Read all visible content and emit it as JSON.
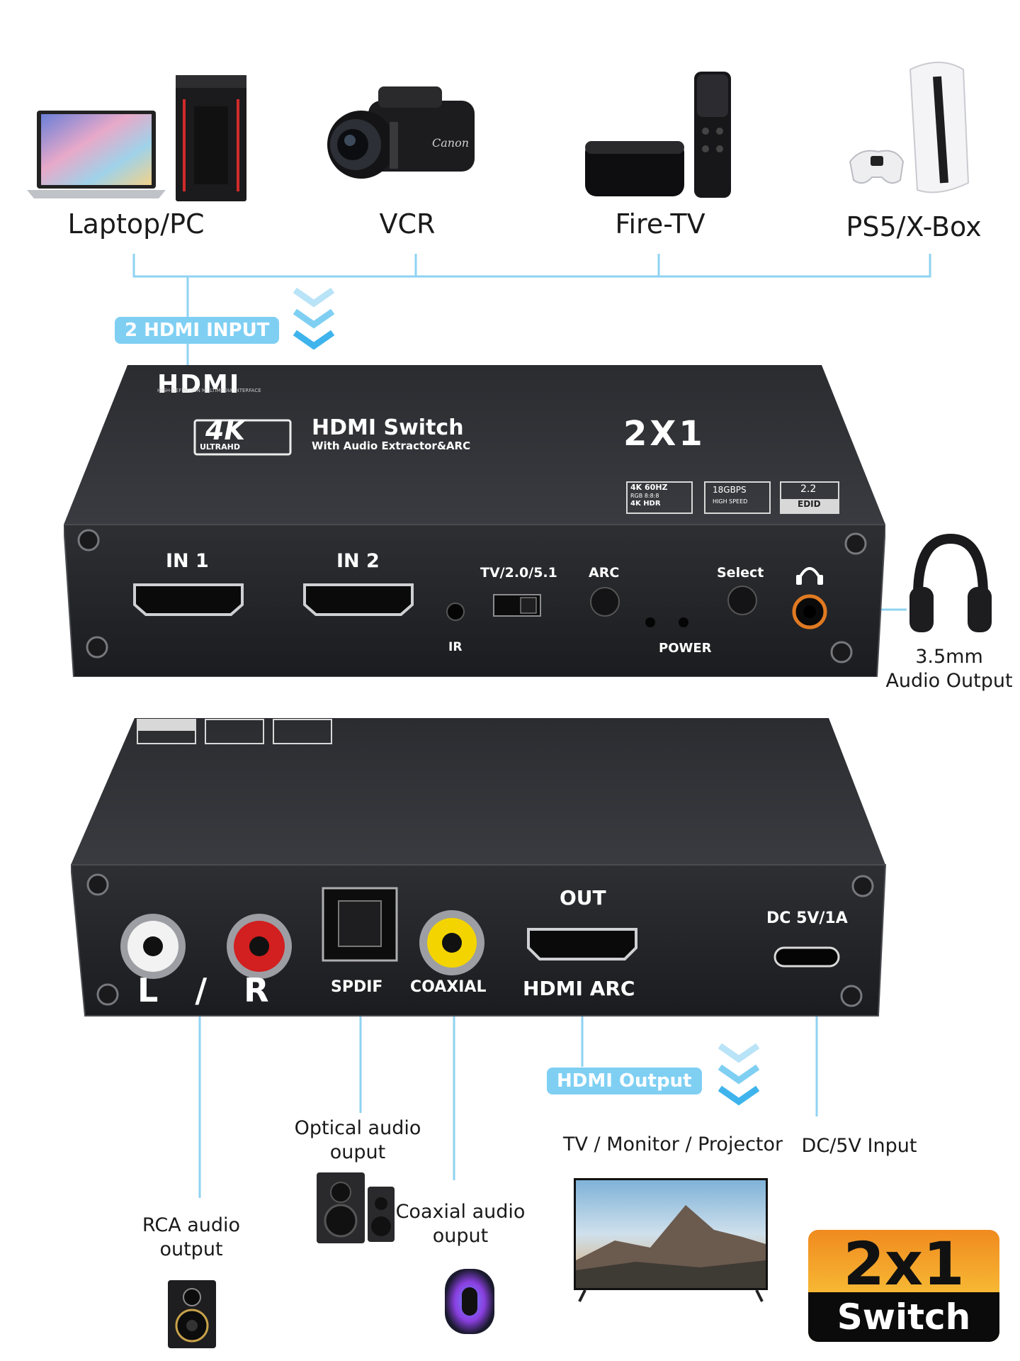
{
  "sources": [
    {
      "label": "Laptop/PC",
      "icon": "laptop-pc-icon"
    },
    {
      "label": "VCR",
      "icon": "camcorder-icon"
    },
    {
      "label": "Fire-TV",
      "icon": "streaming-box-icon"
    },
    {
      "label": "PS5/X-Box",
      "icon": "game-console-icon"
    }
  ],
  "tags": {
    "hdmi_input": "2 HDMI INPUT",
    "hdmi_output": "HDMI Output"
  },
  "front_panel": {
    "logo": "HDMI",
    "logo_sub": "HIGH-DEFINITION MULTIMEDIA INTERFACE",
    "badge_4k": "4K",
    "badge_ultrahd": "ULTRAHD",
    "title": "HDMI Switch",
    "subtitle": "With Audio Extractor&ARC",
    "ratio": "2X1",
    "spec_1_top": "4K 60HZ",
    "spec_1_mid": "RGB 8:8:8",
    "spec_1_bottom": "4K HDR",
    "spec_2_top": "18GBPS",
    "spec_2_bottom": "HIGH SPEED",
    "spec_3_top": "2.2",
    "spec_3_bottom": "EDID",
    "in1": "IN 1",
    "in2": "IN 2",
    "ir": "IR",
    "mode": "TV/2.0/5.1",
    "arc": "ARC",
    "power": "POWER",
    "select": "Select"
  },
  "back_panel": {
    "lr": "L / R",
    "spdif": "SPDIF",
    "coaxial": "COAXIAL",
    "out": "OUT",
    "hdmi_arc": "HDMI ARC",
    "dc": "DC 5V/1A"
  },
  "captions": {
    "audio_out": [
      "3.5mm",
      "Audio Output"
    ],
    "optical": [
      "Optical audio",
      "ouput"
    ],
    "coaxial": [
      "Coaxial audio",
      "ouput"
    ],
    "rca": [
      "RCA audio",
      "output"
    ],
    "tv": "TV / Monitor / Projector",
    "dc_input": "DC/5V Input"
  },
  "badge": {
    "big": "2x1",
    "small": "Switch"
  },
  "colors": {
    "accent": "#7fcff3",
    "device": "#2a2b2e",
    "badge_orange": "#f08a1f"
  }
}
